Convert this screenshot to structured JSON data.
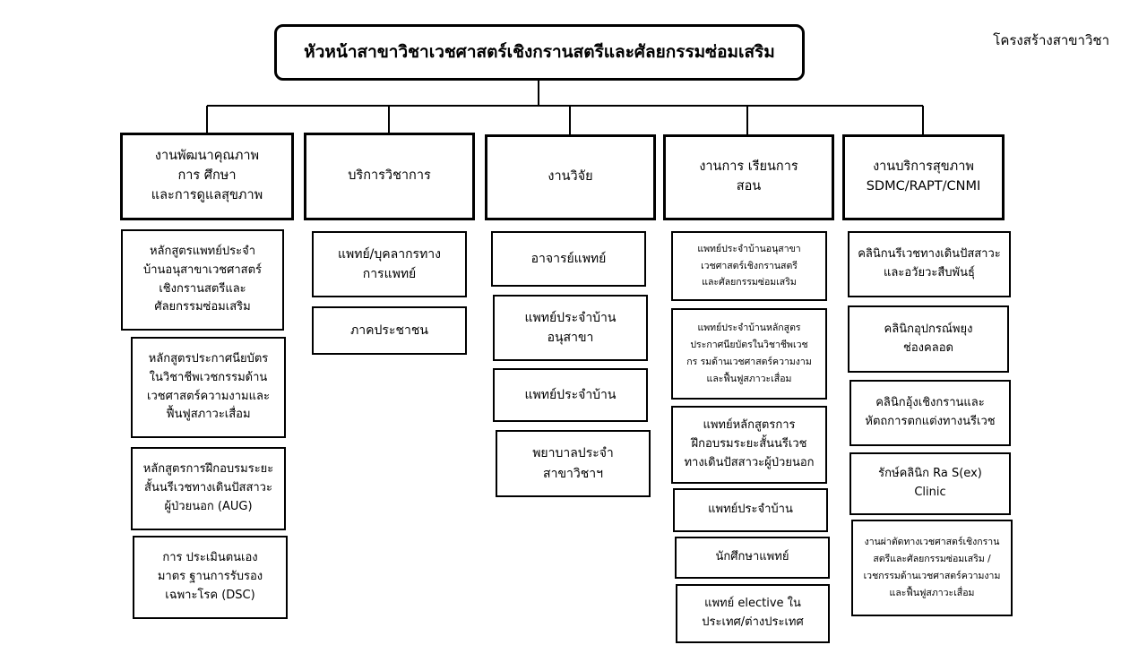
{
  "corner_label": "โครงสร้างสาขาวิชา",
  "top": "หัวหน้าสาขาวิชาเวชศาสตร์เชิงกรานสตรีและศัลยกรรมซ่อมเสริม",
  "columns": [
    {
      "head": "งานพัฒนาคุณภาพ\nการ ศึกษา\nและการดูแลสุขภาพ",
      "items": [
        "หลักสูตรแพทย์ประจำ\nบ้านอนุสาขาเวชศาสตร์\nเชิงกรานสตรีและ\nศัลยกรรมซ่อมเสริม",
        "หลักสูตรประกาศนียบัตร\nในวิชาชีพเวชกรรมด้าน\nเวชศาสตร์ความงามและ\nฟื้นฟูสภาวะเสื่อม",
        "หลักสูตรการฝึกอบรมระยะ\nสั้นนรีเวชทางเดินปัสสาวะ\nผู้ป่วยนอก (AUG)",
        "การ ประเมินตนเอง\nมาตร ฐานการรับรอง\nเฉพาะโรค (DSC)"
      ]
    },
    {
      "head": "บริการวิชาการ",
      "items": [
        "แพทย์/บุคลากรทาง\nการแพทย์",
        "ภาคประชาชน"
      ]
    },
    {
      "head": "งานวิจัย",
      "items": [
        "อาจารย์แพทย์",
        "แพทย์ประจำบ้าน\nอนุสาขา",
        "แพทย์ประจำบ้าน",
        "พยาบาลประจำ\nสาขาวิชาฯ"
      ]
    },
    {
      "head": "งานการ เรียนการ\nสอน",
      "items": [
        "แพทย์ประจำบ้านอนุสาขา\nเวชศาสตร์เชิงกรานสตรี\nและศัลยกรรมซ่อมเสริม",
        "แพทย์ประจำบ้านหลักสูตร\nประกาศนียบัตรในวิชาชีพเวช\nกร รมด้านเวชศาสตร์ความงาม\nและฟื้นฟูสภาวะเสื่อม",
        "แพทย์หลักสูตรการ\nฝึกอบรมระยะสั้นนรีเวช\nทางเดินปัสสาวะผู้ป่วยนอก",
        "แพทย์ประจำบ้าน",
        "นักศึกษาแพทย์",
        "แพทย์ elective ใน\nประเทศ/ต่างประเทศ"
      ]
    },
    {
      "head": "งานบริการสุขภาพ\nSDMC/RAPT/CNMI",
      "items": [
        "คลินิกนรีเวชทางเดินปัสสาวะ\nและอวัยวะสืบพันธุ์",
        "คลินิกอุปกรณ์พยุง\nช่องคลอด",
        "คลินิกอุ้งเชิงกรานและ\nหัตถการตกแต่งทางนรีเวช",
        "รักษ์คลินิก Ra S(ex)\nClinic",
        "งานผ่าตัดทางเวชศาสตร์เชิงกราน\nสตรีและศัลยกรรมซ่อมเสริม /\nเวชกรรมด้านเวชศาสตร์ความงาม\nและฟื้นฟูสภาวะเสื่อม"
      ]
    }
  ]
}
